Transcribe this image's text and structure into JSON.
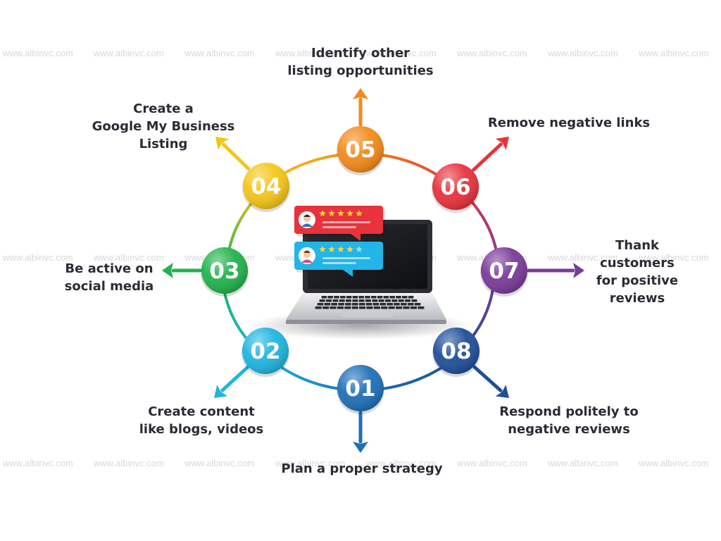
{
  "watermark": "www.albinvc.com",
  "steps": [
    {
      "num": "01",
      "lines": [
        "Plan a proper strategy"
      ],
      "color": "#1e6fb8"
    },
    {
      "num": "02",
      "lines": [
        "Create content",
        "like blogs, videos"
      ],
      "color": "#1fb5e0"
    },
    {
      "num": "03",
      "lines": [
        "Be active on",
        "social media"
      ],
      "color": "#22b24c"
    },
    {
      "num": "04",
      "lines": [
        "Create a",
        "Google My Business",
        "Listing"
      ],
      "color": "#f5c518"
    },
    {
      "num": "05",
      "lines": [
        "Identify other",
        "listing opportunities"
      ],
      "color": "#f28a1a"
    },
    {
      "num": "06",
      "lines": [
        "Remove negative links"
      ],
      "color": "#e8323c"
    },
    {
      "num": "07",
      "lines": [
        "Thank",
        "customers",
        "for positive",
        "reviews"
      ],
      "color": "#7a3a9a"
    },
    {
      "num": "08",
      "lines": [
        "Respond politely to",
        "negative reviews"
      ],
      "color": "#1f4f99"
    }
  ],
  "reviews": [
    {
      "stars": 5,
      "color": "#e8323c",
      "avatar": "male-avatar-icon"
    },
    {
      "stars": 4,
      "color": "#22b5e8",
      "avatar": "female-avatar-icon"
    }
  ]
}
